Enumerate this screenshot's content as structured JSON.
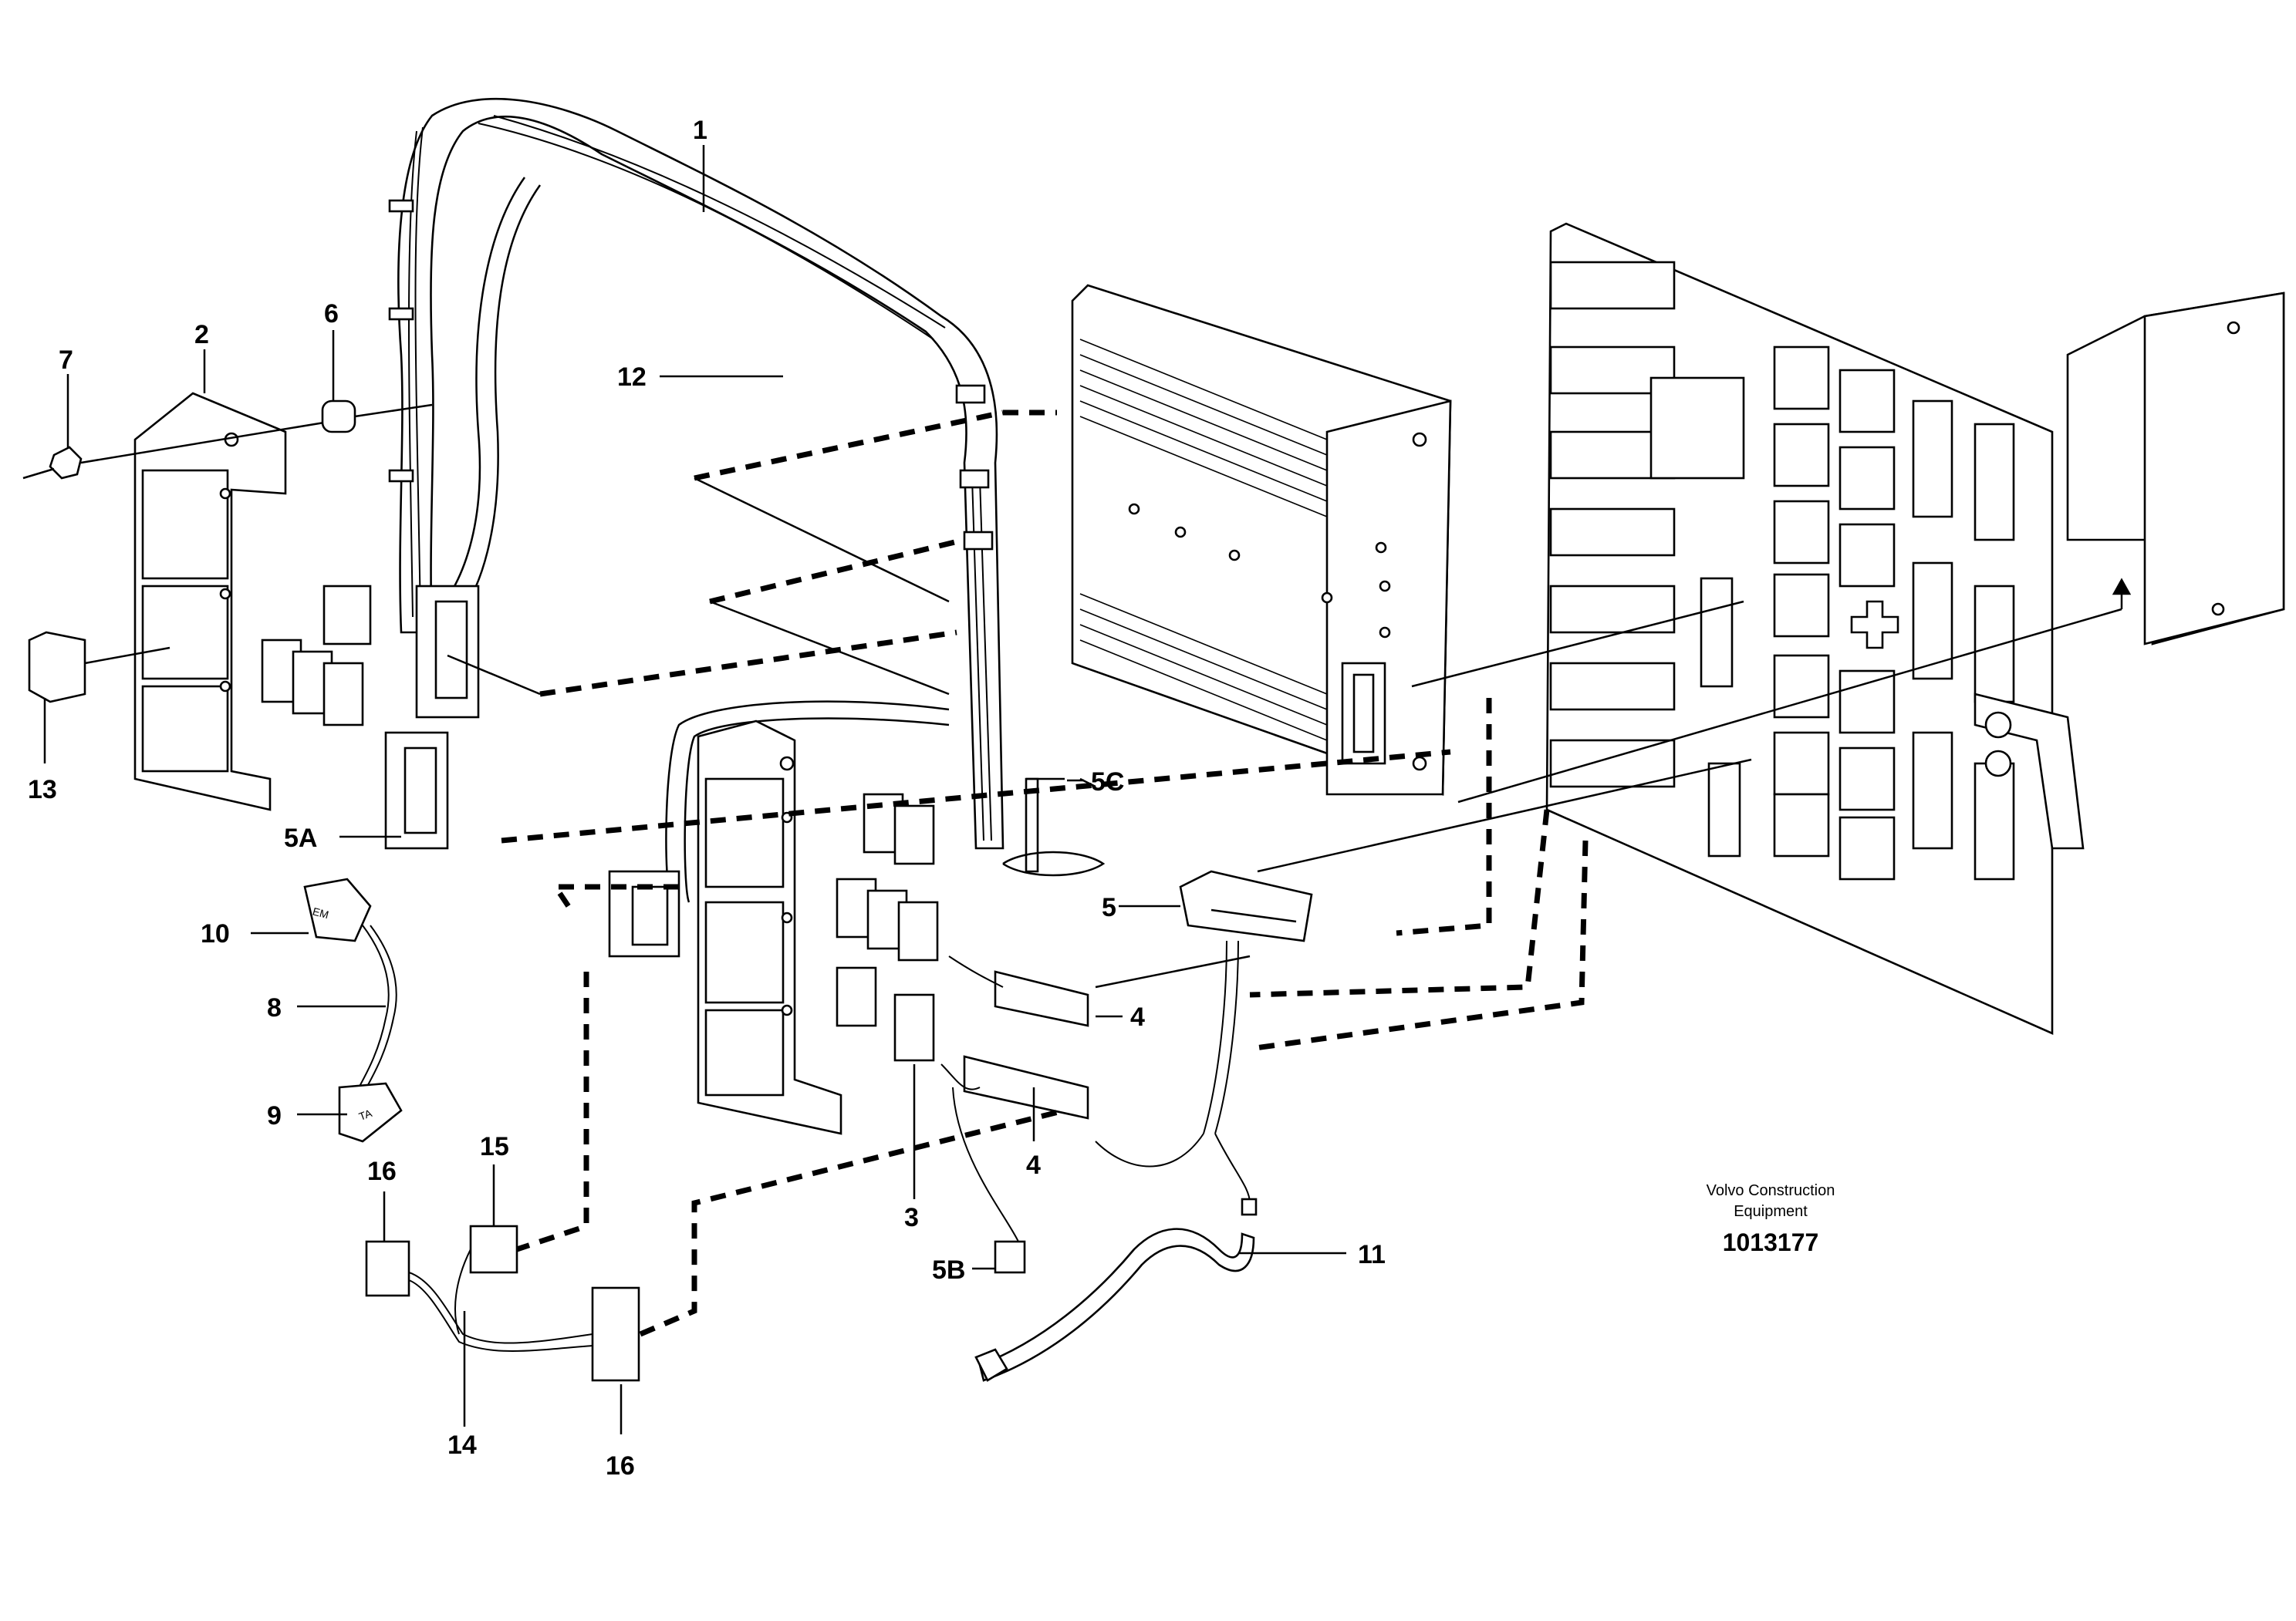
{
  "diagram": {
    "callouts": [
      "1",
      "2",
      "3",
      "4",
      "4",
      "5",
      "5A",
      "5B",
      "5C",
      "6",
      "7",
      "8",
      "9",
      "10",
      "11",
      "12",
      "13",
      "14",
      "15",
      "16",
      "16"
    ],
    "brand_line1": "Volvo Construction",
    "brand_line2": "Equipment",
    "part_number": "1013177",
    "connector_marks": [
      "EM",
      "TA"
    ]
  }
}
